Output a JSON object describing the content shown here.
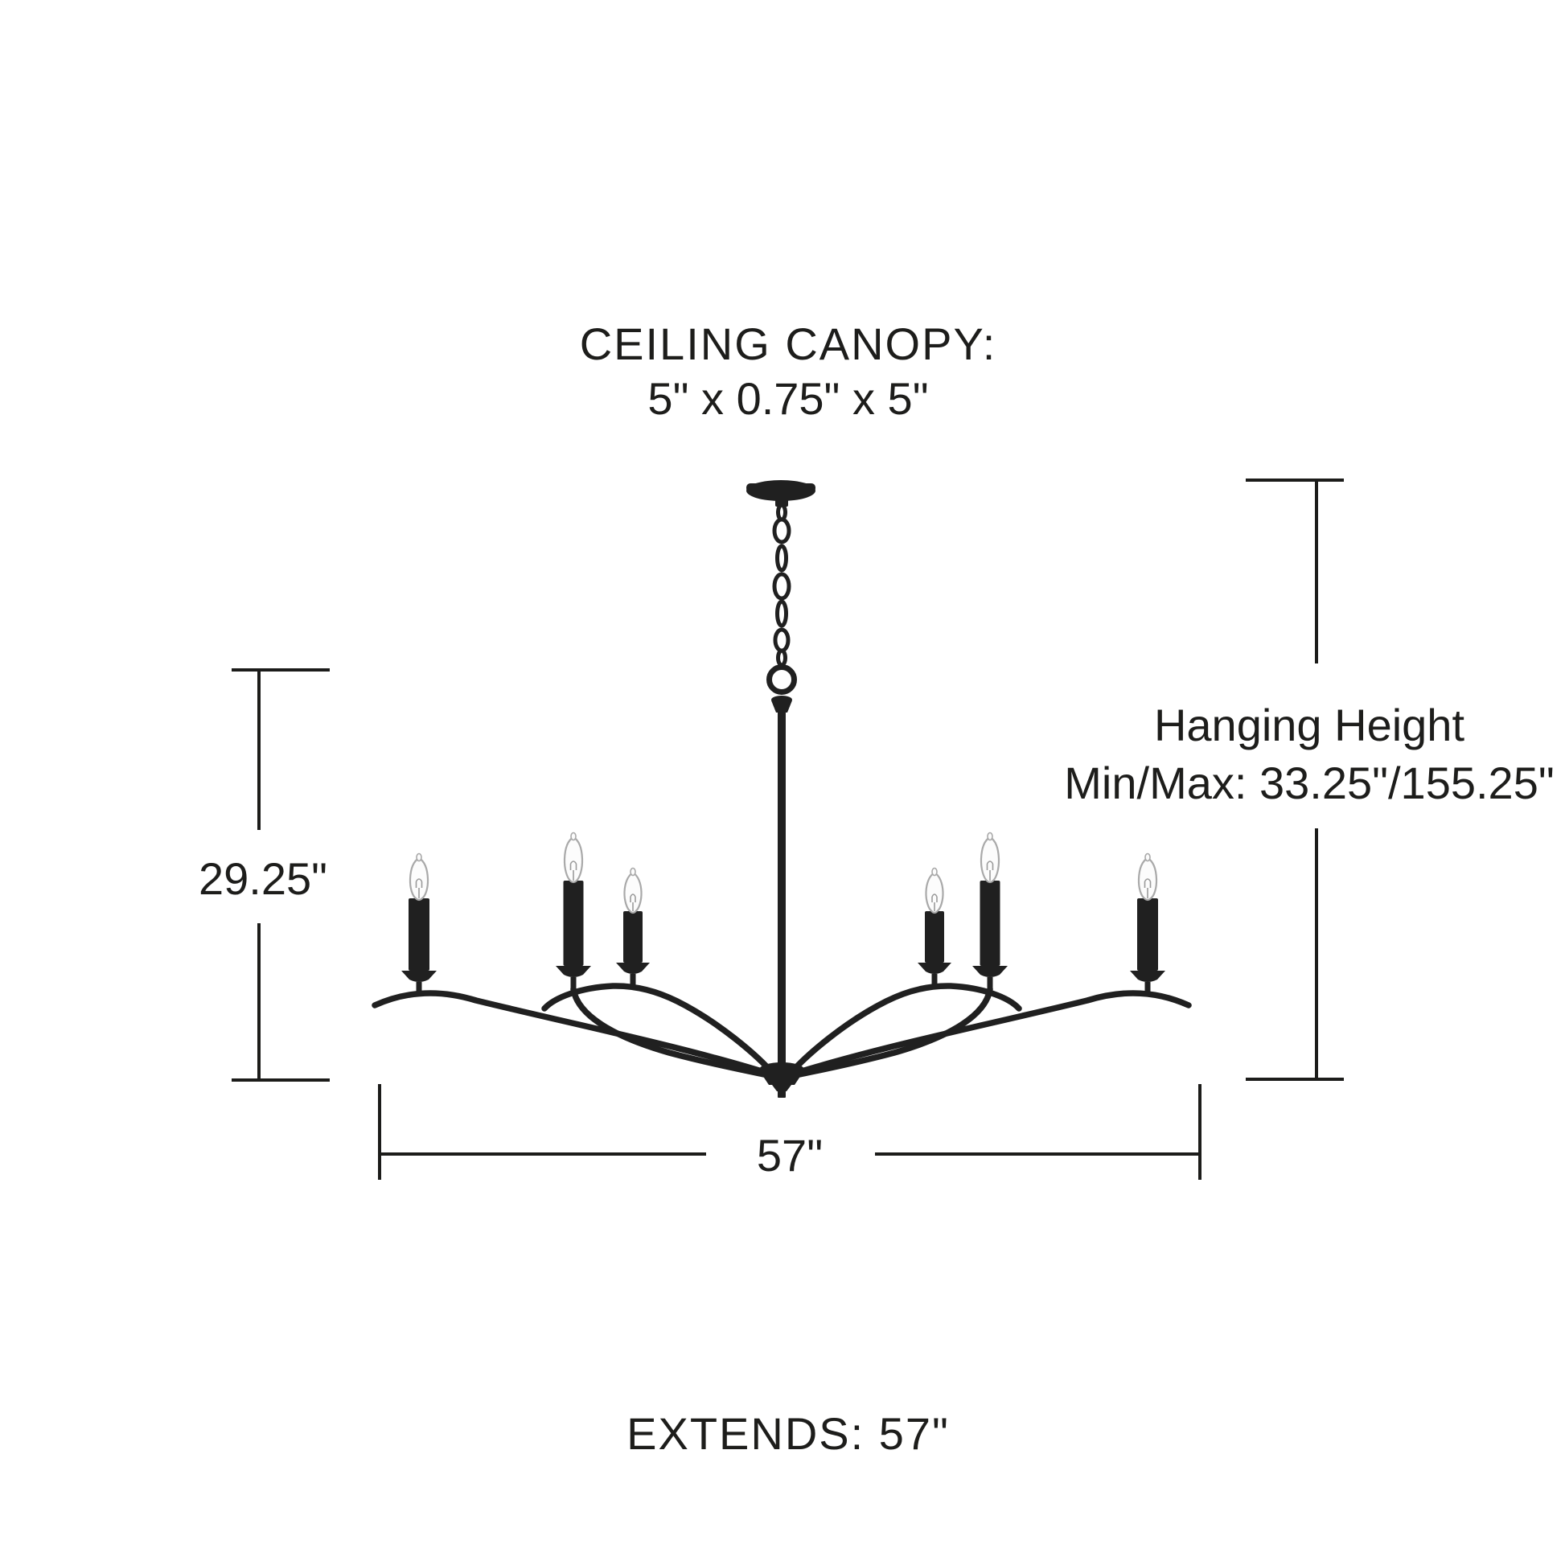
{
  "labels": {
    "ceiling_canopy": {
      "line1": "CEILING CANOPY:",
      "line2": "5\" x 0.75\" x 5\""
    },
    "hanging_height": {
      "line1": "Hanging Height",
      "line2": "Min/Max: 33.25\"/155.25\""
    },
    "fixture_height": "29.25\"",
    "fixture_width": "57\"",
    "extends": "EXTENDS: 57\""
  },
  "fixture": {
    "light_count": 6
  },
  "colors": {
    "background": "#ffffff",
    "text": "#1d1d1b",
    "dimension_line": "#1c1c1a",
    "metal": "#202020",
    "bulb_glass": "#fcfcfc",
    "bulb_outline": "#a9a9a9"
  }
}
